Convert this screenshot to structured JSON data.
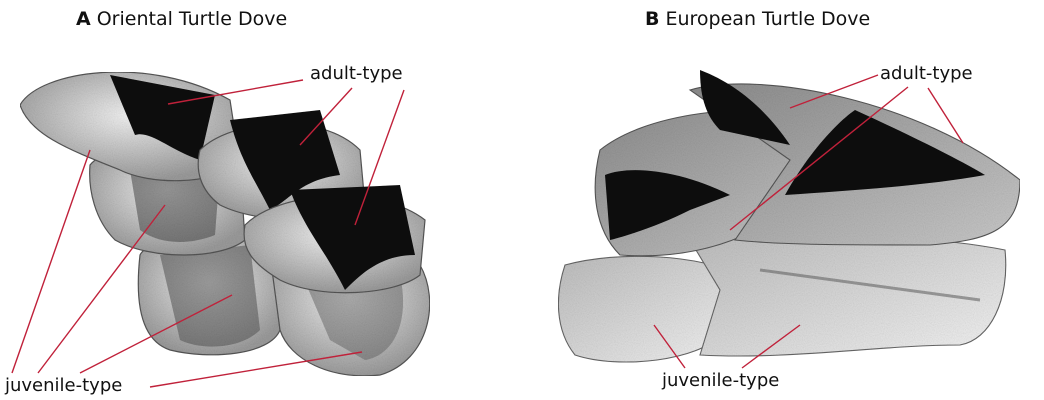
{
  "panels": [
    {
      "letter": "A",
      "title": "Oriental Turtle Dove"
    },
    {
      "letter": "B",
      "title": "European Turtle Dove"
    }
  ],
  "labels": {
    "adult": "adult-type",
    "juvenile": "juvenile-type"
  },
  "colors": {
    "leader": "#c0213a",
    "feather_dark": "#0d0d0d",
    "feather_mid": "#9a9a9a",
    "feather_light": "#e6e6e6",
    "outline": "#555555"
  }
}
